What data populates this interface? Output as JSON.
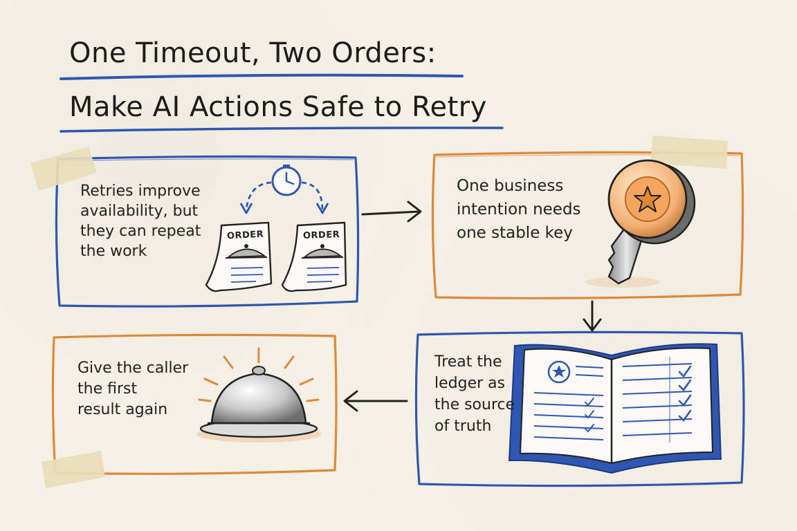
{
  "title": {
    "line1": "One Timeout, Two Orders:",
    "line2": "Make AI Actions Safe to Retry"
  },
  "cards": {
    "retries": {
      "lines": [
        "Retries improve",
        "availability, but",
        "they can repeat",
        "the work"
      ],
      "order_label": "ORDER"
    },
    "key": {
      "lines": [
        "One business",
        "intention needs",
        "one stable key"
      ]
    },
    "ledger": {
      "lines": [
        "Treat the",
        "ledger as",
        "the source",
        "of truth"
      ]
    },
    "result": {
      "lines": [
        "Give the caller",
        "the first",
        "result again"
      ]
    }
  },
  "colors": {
    "blue": "#2f56b0",
    "orange": "#e0883a",
    "ink": "#222222",
    "tape": "#e9dcb8",
    "paper": "#f6f1e6"
  },
  "icons": [
    "clock-icon",
    "order-ticket-icon",
    "serving-cloche-icon",
    "key-icon",
    "star-icon",
    "ledger-book-icon",
    "checkmark-icon",
    "arrow-right-icon",
    "arrow-down-icon",
    "arrow-left-icon"
  ]
}
